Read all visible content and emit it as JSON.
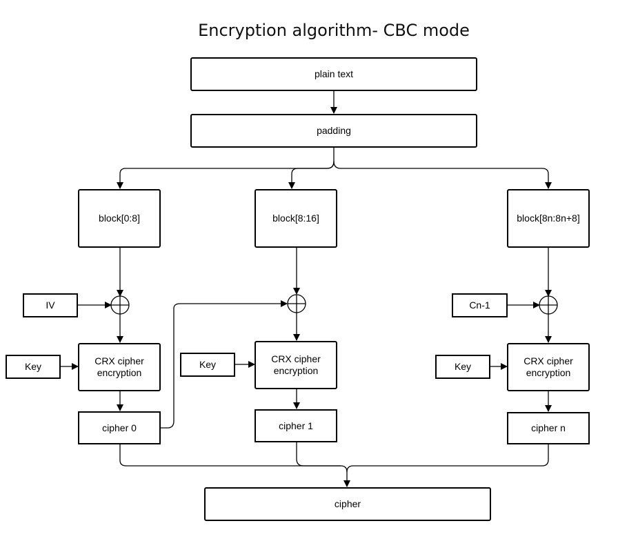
{
  "title": "Encryption algorithm- CBC mode",
  "plain_text": "plain text",
  "padding": "padding",
  "blocks": [
    "block[0:8]",
    "block[8:16]",
    "block[8n:8n+8]"
  ],
  "iv": "IV",
  "cn_1": "Cn-1",
  "key": "Key",
  "crx_line1": "CRX cipher",
  "crx_line2": "encryption",
  "ciphers": [
    "cipher 0",
    "cipher 1",
    "cipher n"
  ],
  "final_cipher": "cipher"
}
